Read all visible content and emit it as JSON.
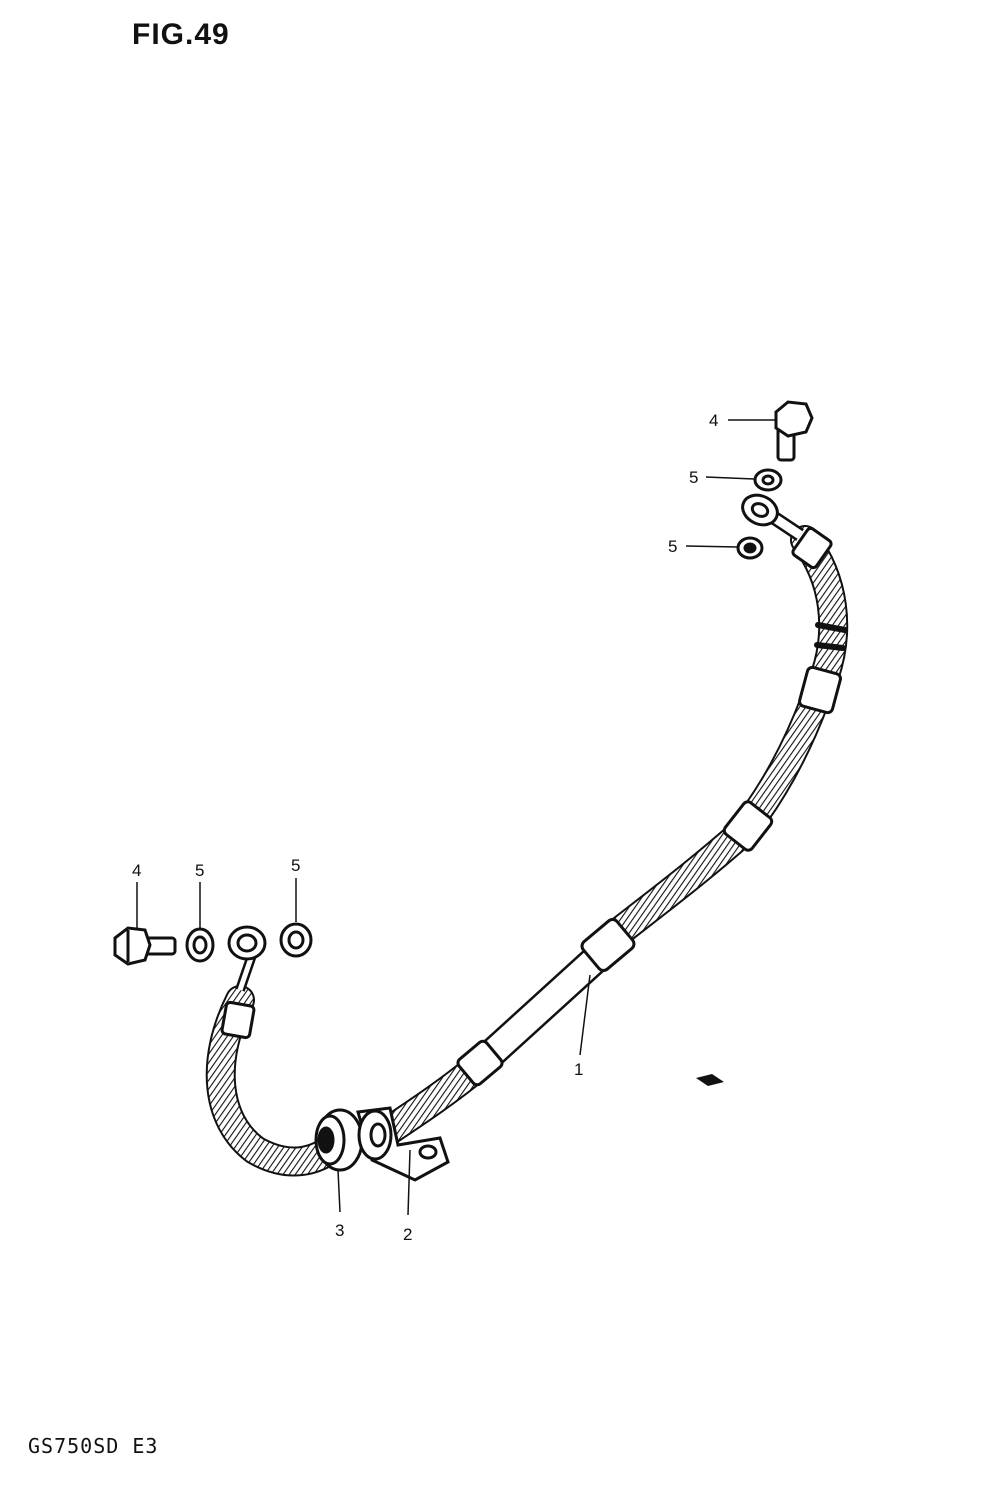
{
  "figure": {
    "title": "FIG.49",
    "model_code": "GS750SD E3"
  },
  "callouts": {
    "c1": "1",
    "c2": "2",
    "c3": "3",
    "c4a": "4",
    "c4b": "4",
    "c5a": "5",
    "c5b": "5",
    "c5c": "5",
    "c5d": "5"
  },
  "colors": {
    "ink": "#111111",
    "paper": "#ffffff"
  }
}
